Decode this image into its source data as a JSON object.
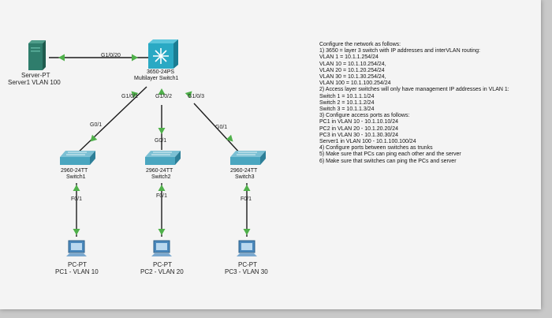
{
  "devices": {
    "server": {
      "type": "Server-PT",
      "name": "Server1 VLAN 100"
    },
    "multilayer": {
      "model": "3650-24PS",
      "name": "Multilayer Switch1"
    },
    "switch1": {
      "model": "2960-24TT",
      "name": "Switch1"
    },
    "switch2": {
      "model": "2960-24TT",
      "name": "Switch2"
    },
    "switch3": {
      "model": "2960-24TT",
      "name": "Switch3"
    },
    "pc1": {
      "type": "PC-PT",
      "name": "PC1 - VLAN 10"
    },
    "pc2": {
      "type": "PC-PT",
      "name": "PC2 - VLAN 20"
    },
    "pc3": {
      "type": "PC-PT",
      "name": "PC3 - VLAN 30"
    }
  },
  "ports": {
    "ml_to_server": "G1/0/20",
    "ml_to_sw1": "G1/0/1",
    "ml_to_sw2": "G1/0/2",
    "ml_to_sw3": "G1/0/3",
    "sw1_up": "G0/1",
    "sw2_up": "G0/1",
    "sw3_up": "G0/1",
    "sw1_down": "F0/1",
    "sw2_down": "F0/1",
    "sw3_down": "F0/1"
  },
  "instructions": [
    "Configure the network as follows:",
    "1) 3650 = layer 3 switch with IP addresses and interVLAN routing:",
    "VLAN 1 = 10.1.1.254/24",
    "VLAN 10 = 10.1.10.254/24,",
    "VLAN 20 = 10.1.20.254/24",
    "VLAN 30 = 10.1.30.254/24,",
    "VLAN 100 = 10.1.100.254/24",
    "2) Access layer switches will only have management IP addresses in VLAN 1:",
    "Switch 1 = 10.1.1.1/24",
    "Switch 2 = 10.1.1.2/24",
    "Switch 3 = 10.1.1.3/24",
    "3) Configure access ports as follows:",
    "PC1 in VLAN 10 - 10.1.10.10/24",
    "PC2 in VLAN 20 - 10.1.20.20/24",
    "PC3 in VLAN 30 - 10.1.30.30/24",
    "Server1 in VLAN 100 - 10.1.100.100/24",
    "4) Configure ports between switches as trunks",
    "5) Make sure that PCs can ping each other and the server",
    "6) Make sure that switches can ping the PCs and server"
  ],
  "colors": {
    "link": "#1c1c1c",
    "link_up": "#4fb04a",
    "server": "#2f7d6c",
    "multilayer": "#2aa9c4",
    "switch": "#4aa6c0",
    "pc": "#4a88bc"
  }
}
